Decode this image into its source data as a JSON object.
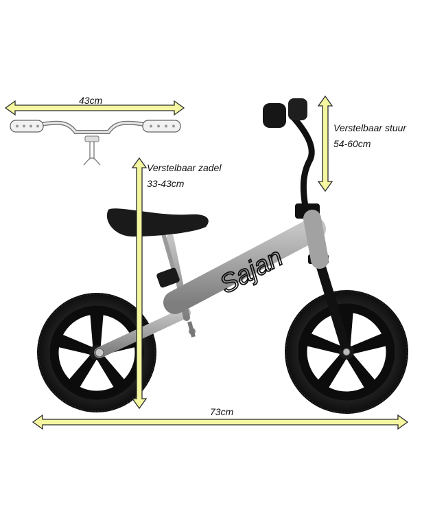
{
  "brand": "Sajan",
  "dimensions": {
    "handlebar_width": "43cm",
    "saddle_label": "Verstelbaar zadel",
    "saddle_range": "33-43cm",
    "steer_label": "Verstelbaar stuur",
    "steer_range": "54-60cm",
    "length": "73cm"
  },
  "colors": {
    "arrow_fill": "#f4f7a0",
    "arrow_stroke": "#2b2b2b",
    "frame": "#a6a6a6",
    "tire": "#151515",
    "rim": "#0c0c0c",
    "seat": "#1a1a1a"
  }
}
